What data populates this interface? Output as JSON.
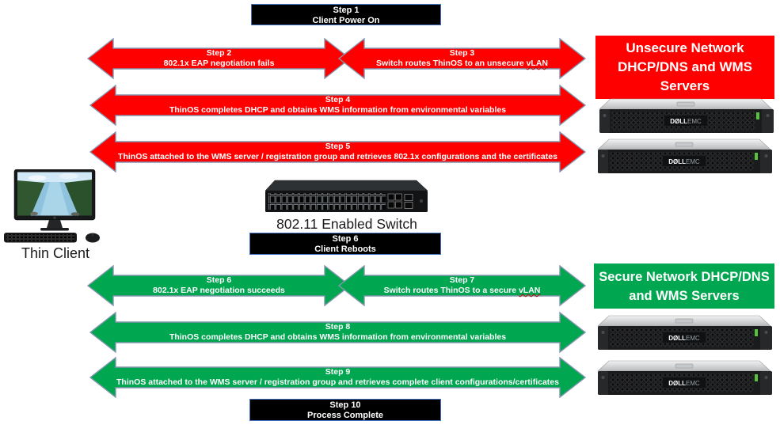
{
  "diagram": {
    "title_boxes": {
      "step1": {
        "step": "Step 1",
        "label": "Client Power On"
      },
      "step6": {
        "step": "Step 6",
        "label": "Client Reboots"
      },
      "step10": {
        "step": "Step 10",
        "label": "Process Complete"
      }
    },
    "red_arrows": {
      "step2": {
        "step": "Step 2",
        "desc": "802.1x EAP negotiation fails"
      },
      "step3": {
        "step": "Step 3",
        "desc_prefix": "Switch routes ThinOS to an unsecure ",
        "desc_word": "vLAN"
      },
      "step4": {
        "step": "Step 4",
        "desc": "ThinOS completes DHCP and obtains WMS information from environmental variables"
      },
      "step5": {
        "step": "Step 5",
        "desc": "ThinOS attached to the WMS server / registration group and retrieves 802.1x configurations and the certificates"
      }
    },
    "green_arrows": {
      "step6": {
        "step": "Step 6",
        "desc": "802.1x EAP negotiation succeeds"
      },
      "step7": {
        "step": "Step 7",
        "desc_prefix": "Switch routes ThinOS to a secure ",
        "desc_word": "vLAN"
      },
      "step8": {
        "step": "Step 8",
        "desc": "ThinOS completes DHCP and obtains WMS information from environmental variables"
      },
      "step9": {
        "step": "Step 9",
        "desc": "ThinOS attached to the WMS server / registration group and retrieves complete client configurations/certificates"
      }
    },
    "unsecure_box": {
      "lines": [
        "Unsecure Network",
        "DHCP/DNS and WMS",
        "Servers"
      ]
    },
    "secure_box": {
      "lines": [
        "Secure Network DHCP/DNS",
        "and WMS Servers"
      ]
    },
    "labels": {
      "switch": "802.11 Enabled Switch",
      "thin_client": "Thin Client"
    },
    "server_brand": {
      "dell": "DØLL",
      "emc": "EMC"
    },
    "colors": {
      "arrow_red": "#FF0000",
      "arrow_green": "#00A650",
      "arrow_border": "#8496B0",
      "stepbox_bg": "#000000",
      "stepbox_border": "#4472C4"
    }
  }
}
